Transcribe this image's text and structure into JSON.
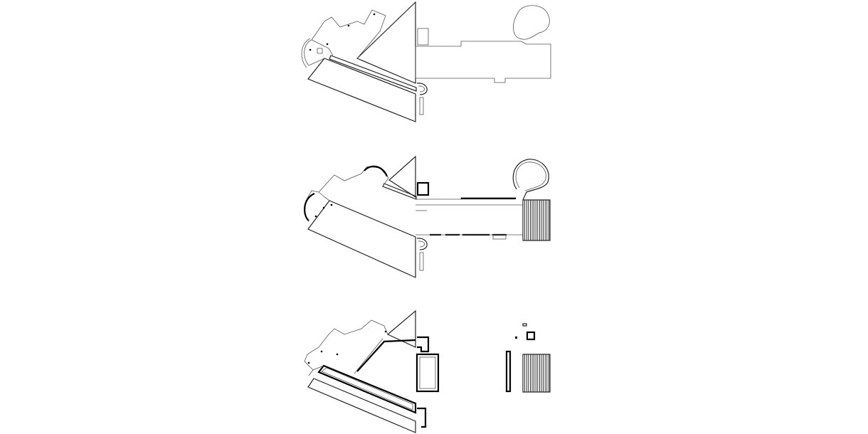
{
  "drawing": {
    "colors": {
      "line": "#000000",
      "thin_line": "#555555",
      "background": "#ffffff"
    },
    "views": [
      {
        "id": "plan-upper"
      },
      {
        "id": "plan-middle"
      },
      {
        "id": "plan-lower"
      }
    ]
  }
}
